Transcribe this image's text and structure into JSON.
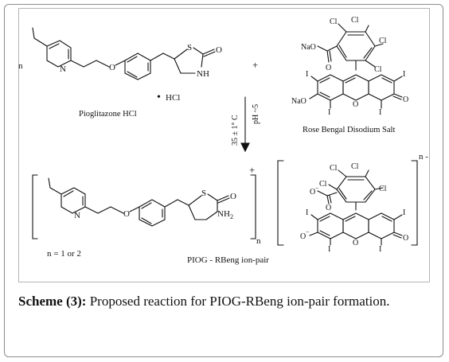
{
  "reactant1": {
    "prefix_n": "n",
    "name": "Pioglitazone HCl",
    "hcl": "HCl",
    "dot": "•"
  },
  "plus": "+",
  "reactant2": {
    "name": "Rose Bengal Disodium Salt"
  },
  "conditions": {
    "temperature": "35 ± 1° C",
    "ph": "pH ~5"
  },
  "product": {
    "cation_charge": "+",
    "cation_subscript": "n",
    "anion_charge": "n -",
    "n_values": "n = 1 or 2",
    "name": "PIOG - RBeng ion-pair"
  },
  "atoms": {
    "Cl": "Cl",
    "I": "I",
    "O": "O",
    "S": "S",
    "N": "N",
    "NH": "NH",
    "NH2": "NH",
    "sub2": "2",
    "NaO": "NaO",
    "Omin": "O",
    "Ominus": "−"
  },
  "caption": {
    "label": "Scheme (3):",
    "text": " Proposed reaction for PIOG-RBeng ion-pair formation."
  }
}
